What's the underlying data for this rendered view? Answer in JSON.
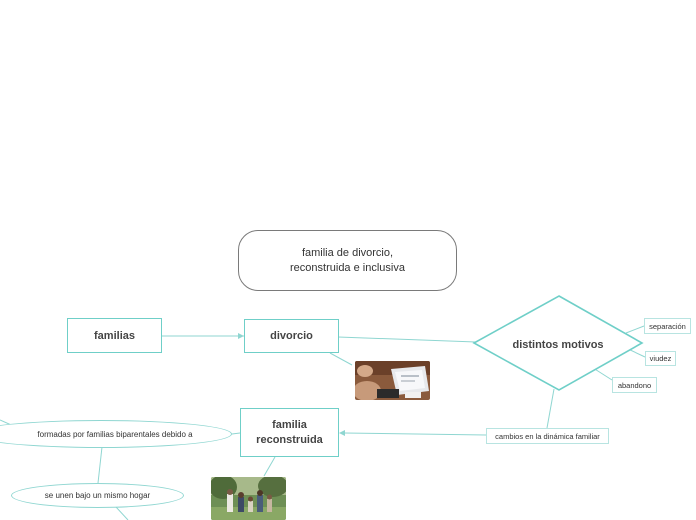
{
  "title": "familia de divorcio, reconstruida e inclusiva",
  "nodes": {
    "familias": "familias",
    "divorcio": "divorcio",
    "distintos_motivos": "distintos motivos",
    "separacion": "separación",
    "viudez": "viudez",
    "abandono": "abandono",
    "familia_reconstruida": "familia reconstruida",
    "cambios": "cambios en la dinámica familiar",
    "formadas": "formadas por familias biparentales debido a",
    "se_unen": "se unen bajo un mismo hogar"
  },
  "images": [
    "laptop-contract-photo",
    "family-park-photo"
  ],
  "colors": {
    "line": "#6fcfc8",
    "title_border": "#7a7a7a",
    "node_border": "#6fcfc8"
  }
}
